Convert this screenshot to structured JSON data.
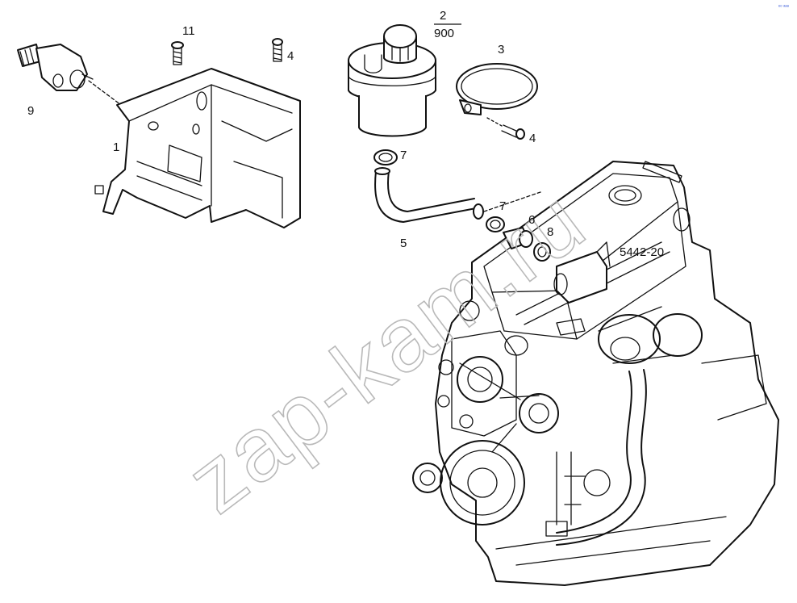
{
  "watermark": "zap-kam.ru",
  "corner_mark": "ᵉᵒ ᵃᵃᵃ",
  "callouts": {
    "bracket": "1",
    "reservoir_top": "2",
    "reservoir_bottom": "900",
    "clamp": "3",
    "screw_top": "4",
    "screw_clamp": "4",
    "hose": "5",
    "fitting": "6",
    "hose_clip_top": "7",
    "hose_clip_bottom": "7",
    "seal_ring": "8",
    "pump": "9",
    "bolt": "11",
    "engine_ref": "5442-20"
  },
  "colors": {
    "line": "#111111",
    "watermark": "#b9b9b9",
    "background": "#ffffff"
  }
}
